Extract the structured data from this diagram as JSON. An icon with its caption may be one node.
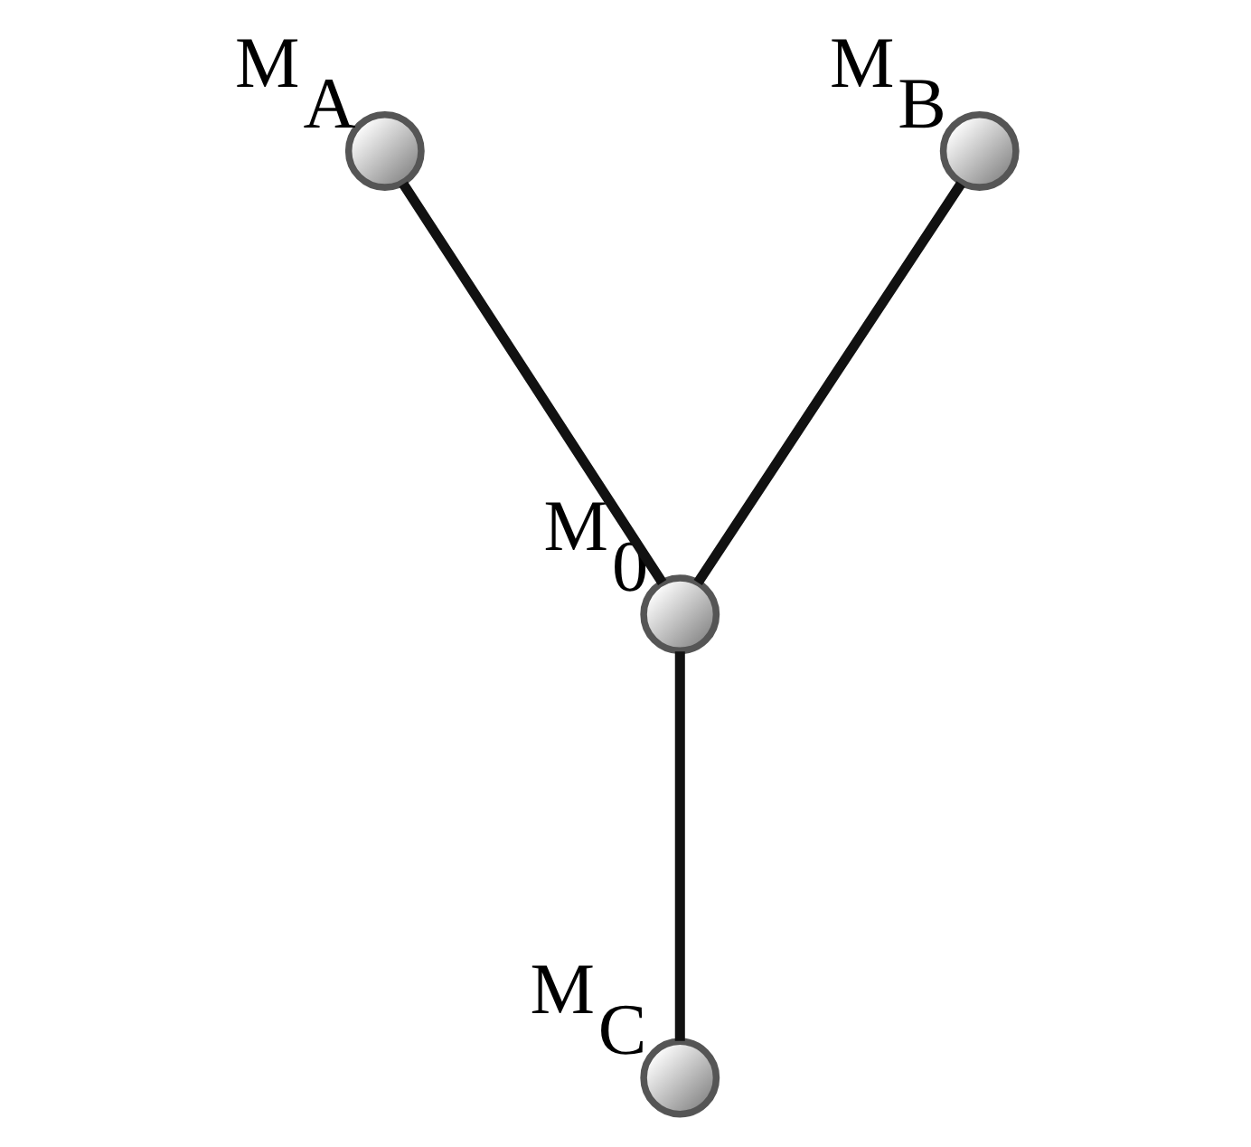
{
  "diagram": {
    "nodes": [
      {
        "text": [],
        "shape": "circle",
        "beside": [
          "M$_{A}$"
        ]
      },
      {
        "text": [],
        "shape": "circle",
        "beside": [
          "M$_{B}$"
        ]
      },
      {
        "text": [],
        "shape": "circle",
        "beside": [
          "M$_{0}$"
        ]
      },
      {
        "text": [],
        "shape": "circle",
        "beside": [
          "M$_{C}$"
        ]
      }
    ],
    "edges": [
      {
        "from": 0,
        "to": 2,
        "arrow": "none"
      },
      {
        "from": 1,
        "to": 2,
        "arrow": "none"
      },
      {
        "from": 2,
        "to": 3,
        "arrow": "none"
      }
    ]
  }
}
